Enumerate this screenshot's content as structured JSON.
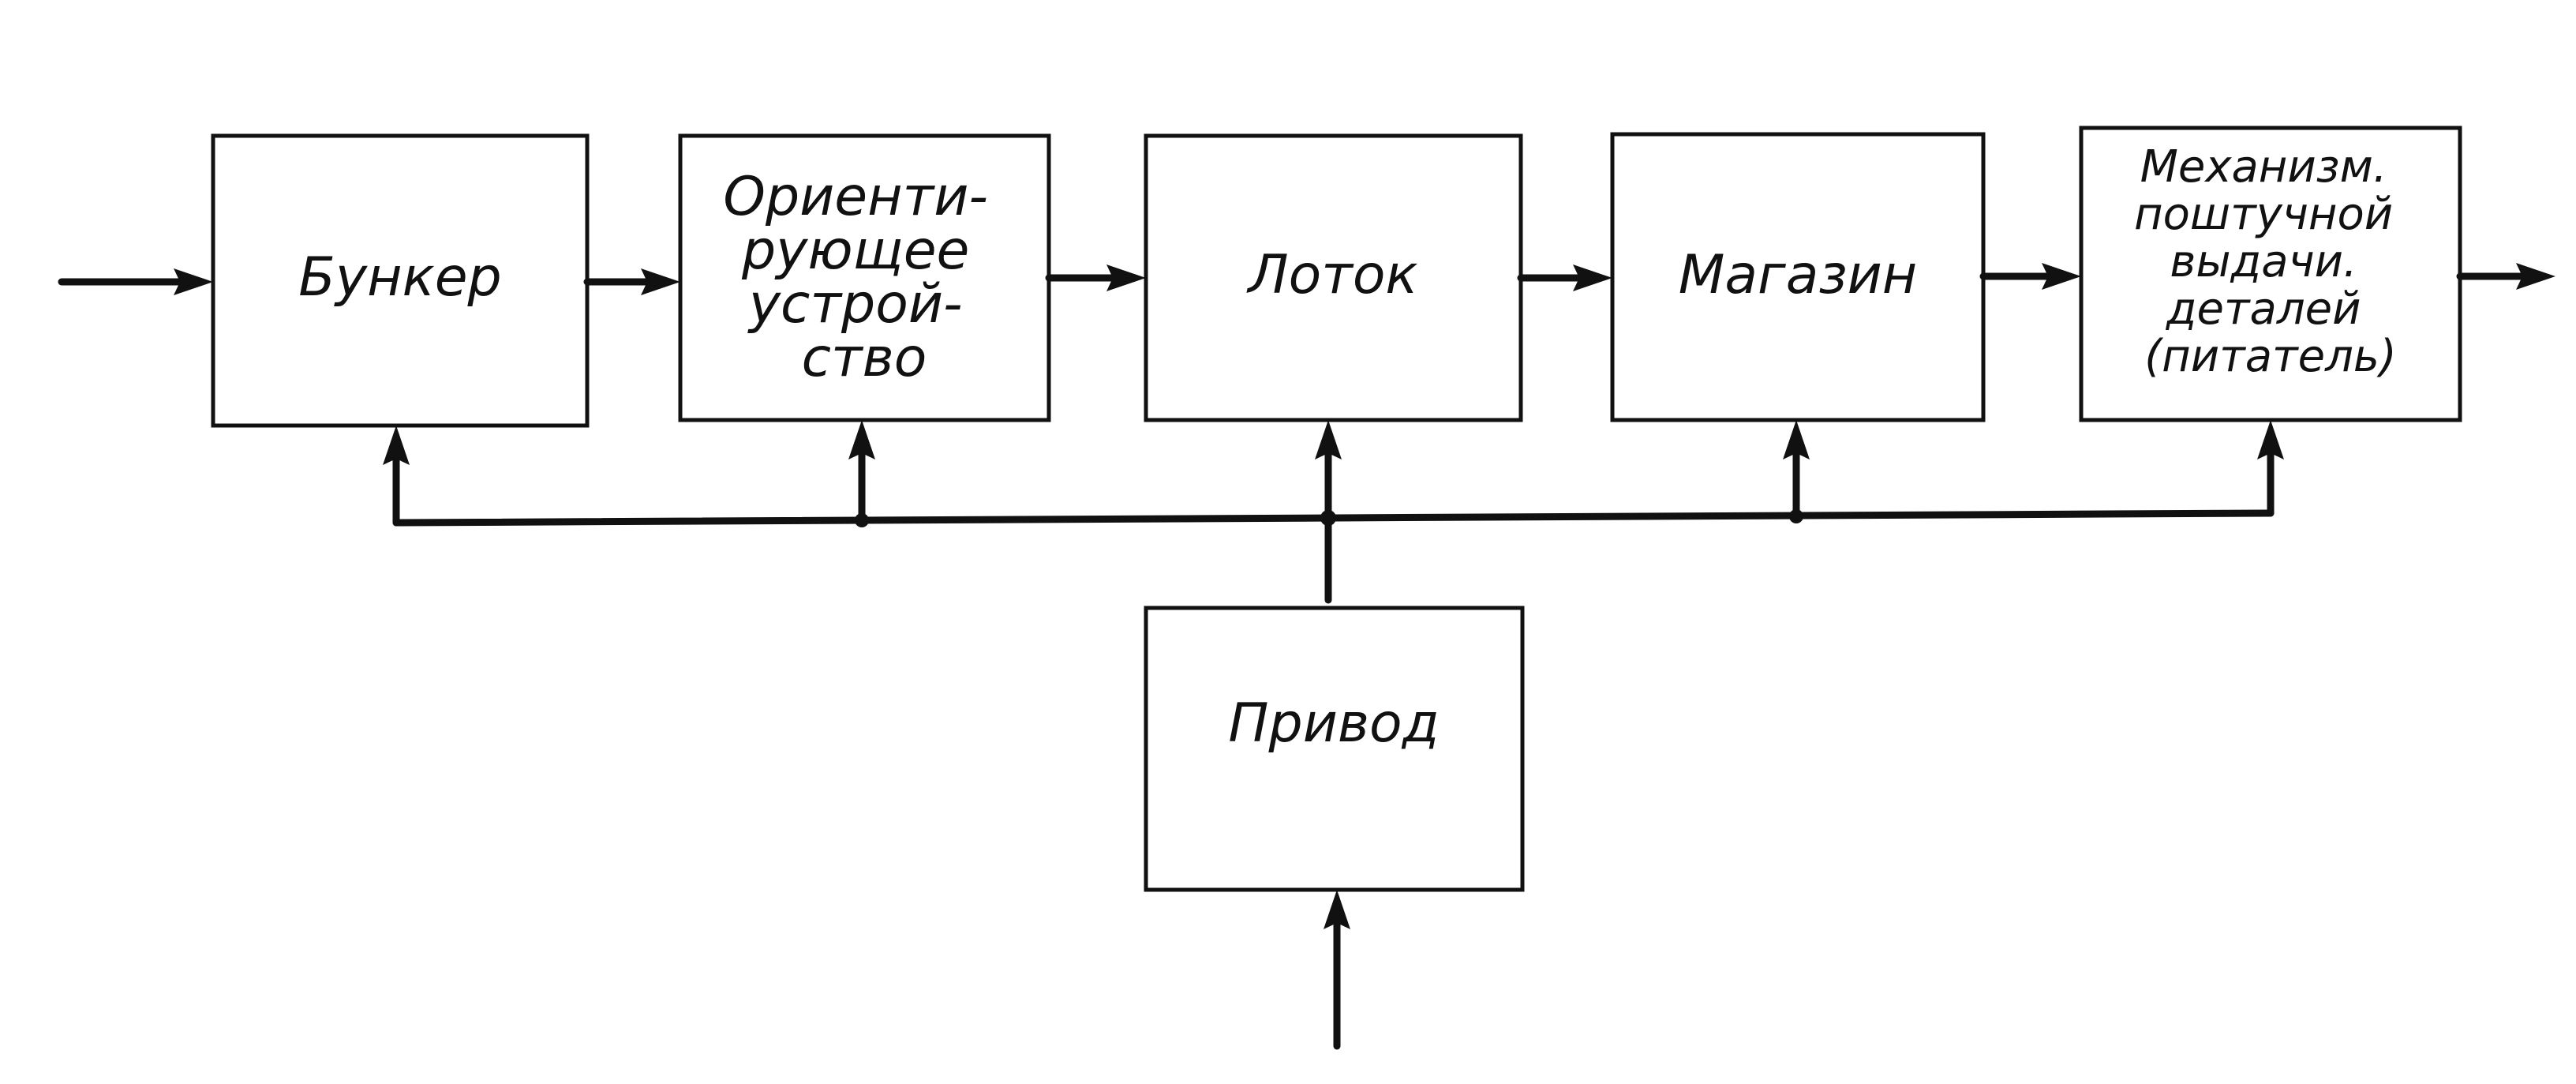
{
  "blocks": {
    "bunker": {
      "lines": [
        "Бункер"
      ]
    },
    "orienting": {
      "lines": [
        "Ориенти-",
        "рующее",
        "устрой-",
        "ство"
      ]
    },
    "chute": {
      "lines": [
        "Лоток"
      ]
    },
    "magazine": {
      "lines": [
        "Магазин"
      ]
    },
    "feeder": {
      "lines": [
        "Механизм.",
        "поштучной",
        "выдачи.",
        "деталей",
        "(питатель)"
      ]
    },
    "drive": {
      "lines": [
        "Привод"
      ]
    }
  },
  "colors": {
    "ink": "#111111",
    "paper": "#ffffff"
  }
}
